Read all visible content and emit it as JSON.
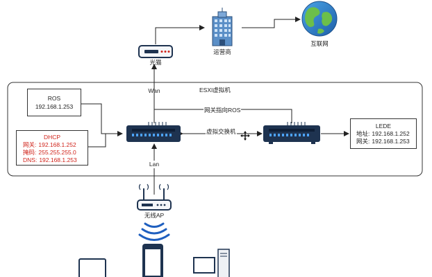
{
  "nodes": {
    "isp": "运营商",
    "internet": "互联网",
    "modem": "光猫",
    "wan": "Wan",
    "lan": "Lan",
    "ap": "无线AP"
  },
  "esxi": {
    "title": "ESXI虚拟机"
  },
  "links": {
    "gateway_to_ros": "网关指向ROS",
    "vswitch": "虚拟交换机"
  },
  "ros": {
    "name": "ROS",
    "ip": "192.168.1.253"
  },
  "dhcp": {
    "title": "DHCP",
    "rows": [
      {
        "key": "网关:",
        "value": "192.168.1.252"
      },
      {
        "key": "掩码:",
        "value": "255.255.255.0"
      },
      {
        "key": "DNS:",
        "value": "192.168.1.253"
      }
    ]
  },
  "lede": {
    "name": "LEDE",
    "rows": [
      {
        "key": "地址:",
        "value": "192.168.1.252"
      },
      {
        "key": "网关:",
        "value": "192.168.1.253"
      }
    ]
  },
  "colors": {
    "device_dark": "#1e3350",
    "device_port": "#4da3ff",
    "accent_red": "#d0241b",
    "wifi_blue": "#1f5fbf"
  },
  "icons": [
    "building-icon",
    "globe-icon",
    "modem-icon",
    "switch-icon",
    "ap-icon",
    "wifi-icon",
    "laptop-icon",
    "phone-icon",
    "desktop-icon",
    "move-cursor-icon"
  ]
}
